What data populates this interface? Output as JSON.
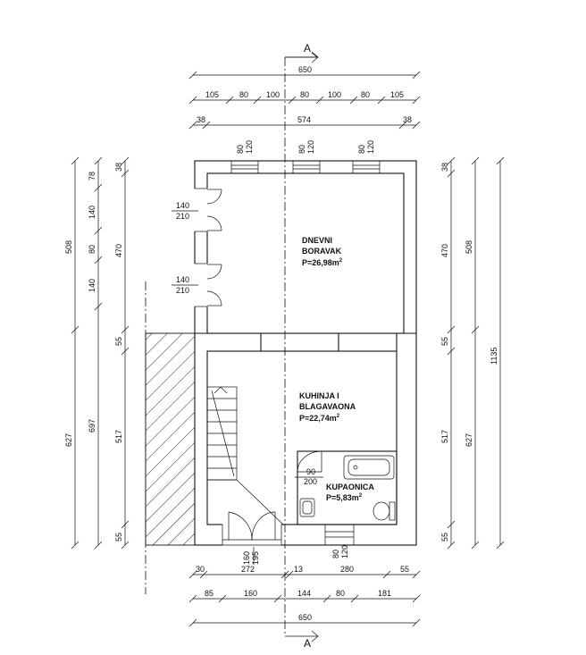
{
  "section": {
    "top": "A",
    "bottom": "A"
  },
  "dims_top": {
    "total": "650",
    "openings": [
      "105",
      "80",
      "100",
      "80",
      "100",
      "80",
      "105"
    ],
    "walls": [
      "38",
      "574",
      "38"
    ]
  },
  "window_tags": [
    {
      "w": "80",
      "h": "120"
    },
    {
      "w": "80",
      "h": "120"
    },
    {
      "w": "80",
      "h": "120"
    }
  ],
  "door_tags": [
    {
      "w": "140",
      "h": "210"
    },
    {
      "w": "140",
      "h": "210"
    }
  ],
  "dims_left": {
    "outer": [
      "508",
      "627"
    ],
    "mid": [
      "697"
    ],
    "inner": [
      "78",
      "140",
      "80",
      "140"
    ],
    "walls": [
      "38",
      "470",
      "55",
      "517",
      "55"
    ]
  },
  "dims_right": {
    "inner": [
      "38",
      "470",
      "55",
      "517",
      "55"
    ],
    "mid": [
      "508",
      "627"
    ],
    "outer": [
      "1135"
    ]
  },
  "rooms": {
    "living": {
      "name1": "DNEVNI",
      "name2": "BORAVAK",
      "area": "P=26,98m",
      "sup": "2"
    },
    "kitchen": {
      "name1": "KUHINJA  I",
      "name2": "BLAGAVAONA",
      "area": "P=22,74m",
      "sup": "2"
    },
    "bath": {
      "name1": "KUPAONICA",
      "area": "P=5,83m",
      "sup": "2"
    }
  },
  "bath_door": {
    "w": "90",
    "h": "200"
  },
  "entry_door": {
    "w": "160",
    "h": "195"
  },
  "bath_window": {
    "w": "80",
    "h": "120"
  },
  "dims_bottom": {
    "walls": [
      "30",
      "272",
      "13",
      "280",
      "55"
    ],
    "openings": [
      "85",
      "160",
      "144",
      "80",
      "181"
    ],
    "total": "650"
  }
}
